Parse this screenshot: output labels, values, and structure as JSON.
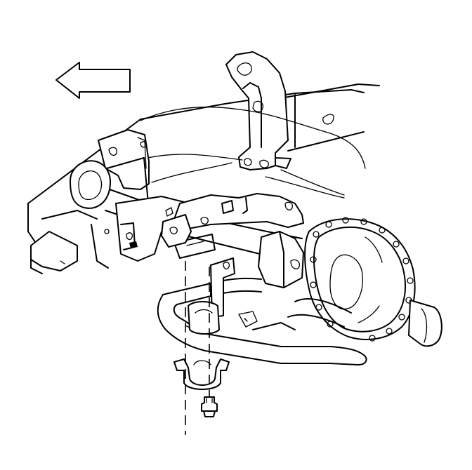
{
  "figure": {
    "type": "technical-line-drawing",
    "subject": "rear-axle-stabilizer-bar-mounting",
    "line_color": "#000000",
    "background_color": "#ffffff",
    "direction_arrow": "left",
    "icons": [
      "direction-arrow-icon",
      "bolt-icon"
    ]
  }
}
